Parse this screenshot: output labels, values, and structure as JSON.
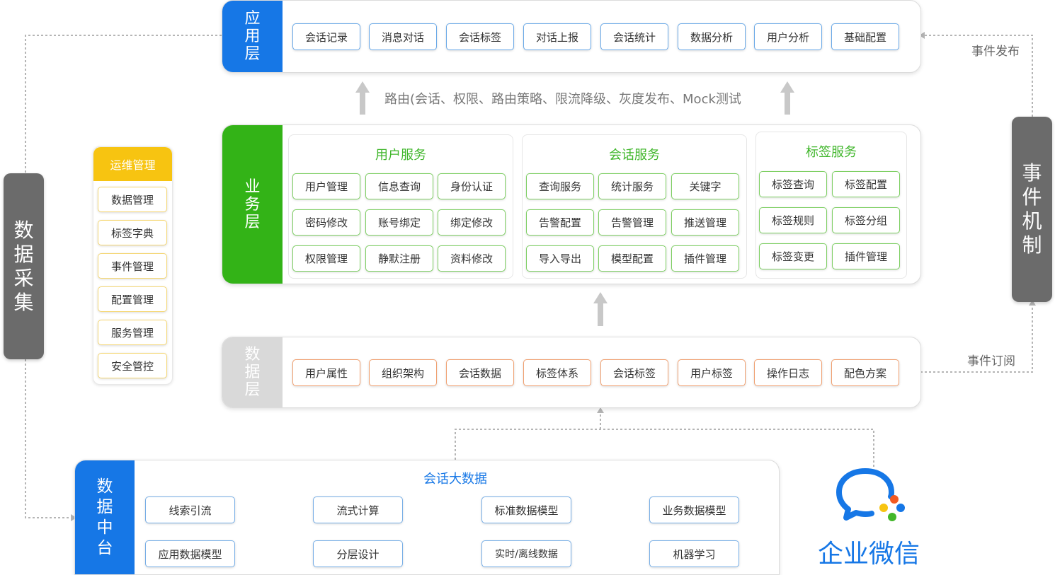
{
  "app_layer": {
    "label": [
      "应",
      "用",
      "层"
    ],
    "items": [
      "会话记录",
      "消息对话",
      "会话标签",
      "对话上报",
      "会话统计",
      "数据分析",
      "用户分析",
      "基础配置"
    ]
  },
  "routing_text": "路由(会话、权限、路由策略、限流降级、灰度发布、Mock测试",
  "biz_layer": {
    "label": [
      "业",
      "务",
      "层"
    ],
    "user_service": {
      "title": "用户服务",
      "items": [
        "用户管理",
        "信息查询",
        "身份认证",
        "密码修改",
        "账号绑定",
        "绑定修改",
        "权限管理",
        "静默注册",
        "资料修改"
      ]
    },
    "session_service": {
      "title": "会话服务",
      "items": [
        "查询服务",
        "统计服务",
        "关键字",
        "告警配置",
        "告警管理",
        "推送管理",
        "导入导出",
        "模型配置",
        "插件管理"
      ]
    },
    "tag_service": {
      "title": "标签服务",
      "items": [
        "标签查询",
        "标签配置",
        "标签规则",
        "标签分组",
        "标签变更",
        "插件管理"
      ]
    }
  },
  "data_layer": {
    "label": [
      "数",
      "据",
      "层"
    ],
    "items": [
      "用户属性",
      "组织架构",
      "会话数据",
      "标签体系",
      "会话标签",
      "用户标签",
      "操作日志",
      "配色方案"
    ]
  },
  "data_platform": {
    "label": [
      "数",
      "据",
      "中",
      "台"
    ],
    "title": "会话大数据",
    "row1": [
      "线索引流",
      "流式计算",
      "标准数据模型",
      "业务数据模型"
    ],
    "row2": [
      "应用数据模型",
      "分层设计",
      "实时/离线数据",
      "机器学习"
    ]
  },
  "ops": {
    "title": "运维管理",
    "items": [
      "数据管理",
      "标签字典",
      "事件管理",
      "配置管理",
      "服务管理",
      "安全管控"
    ]
  },
  "left_pill": [
    "数",
    "据",
    "采",
    "集"
  ],
  "right_pill": [
    "事",
    "件",
    "机",
    "制"
  ],
  "notes": {
    "publish": "事件发布",
    "subscribe": "事件订阅"
  },
  "brand": {
    "name": "企业微信"
  },
  "colors": {
    "blue": "#1677e6",
    "green": "#33b317",
    "gray": "#d9d9d9",
    "yellow": "#f7c411",
    "pill": "#6b6b6b"
  }
}
